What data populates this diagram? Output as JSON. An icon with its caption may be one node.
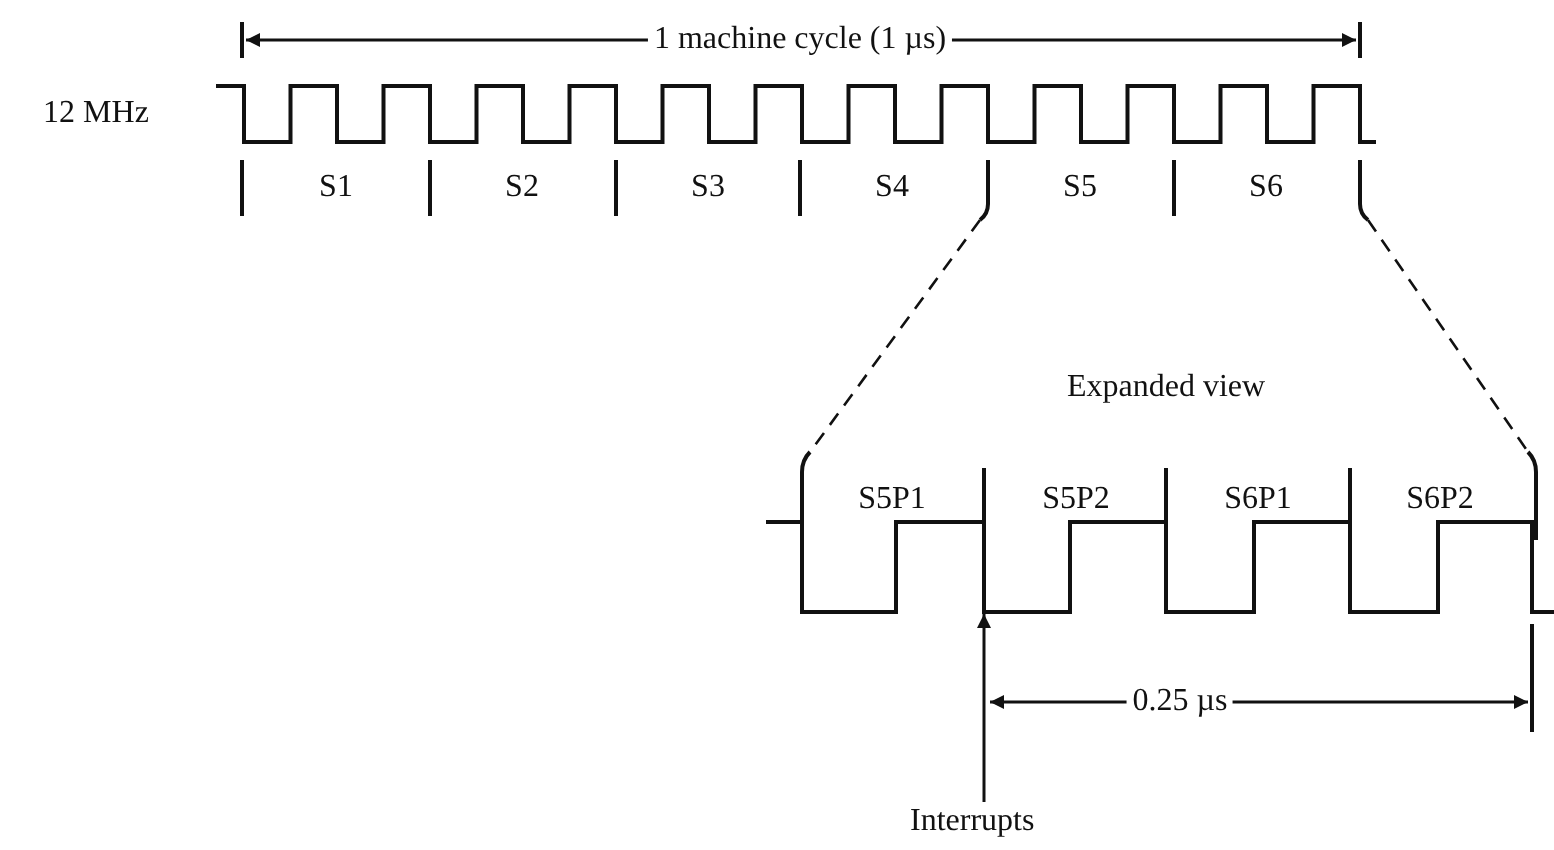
{
  "diagram": {
    "nodes": [
      {
        "text": [],
        "shape": "picture"
      },
      {
        "text": [
          "Interrupts"
        ]
      }
    ],
    "edges": [
      {
        "from": 1,
        "to": 0,
        "arrow": "to"
      }
    ],
    "labels": [
      "1 machine cycle (1 µs)",
      "12 MHz",
      "S1",
      "S2",
      "S3",
      "S4",
      "S5",
      "S6",
      "Expanded view",
      "S5P1",
      "S5P2",
      "S6P1",
      "S6P2",
      "0.25 µs"
    ]
  }
}
